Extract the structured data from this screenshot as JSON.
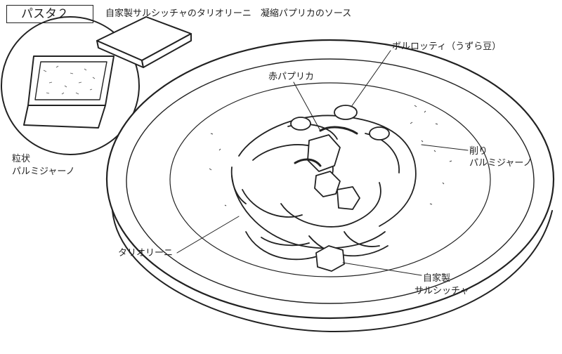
{
  "header": {
    "title": "パスタ２",
    "subtitle": "自家製サルシッチャのタリオリーニ　凝縮パプリカのソース"
  },
  "labels": {
    "cheese": [
      "粒状",
      "パルミジャーノ"
    ],
    "borlotti": "ボルロッティ（うずら豆）",
    "paprika": "赤パプリカ",
    "shaved_parm": [
      "削り",
      "パルミジャーノ"
    ],
    "tagliolini": "タリオリーニ",
    "salsiccia": [
      "自家製",
      "サルシッチャ"
    ]
  }
}
